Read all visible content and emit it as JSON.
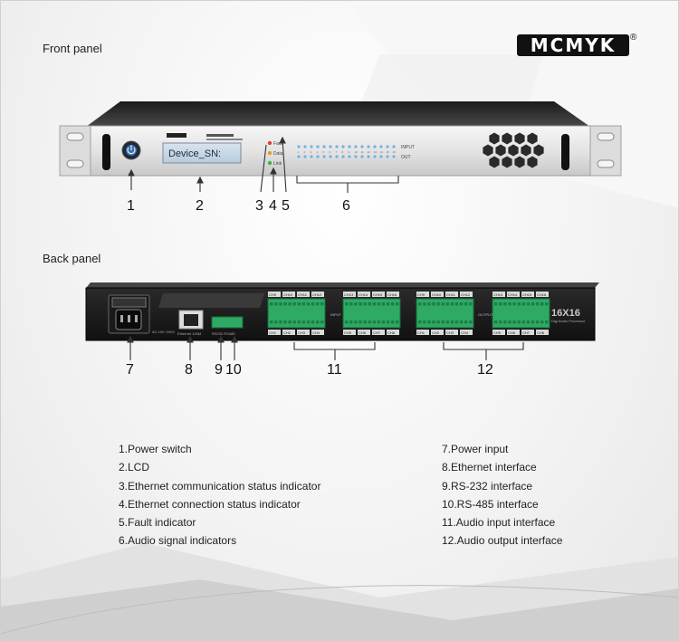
{
  "headings": {
    "front": "Front panel",
    "back": "Back panel"
  },
  "logo": {
    "text": "MCMYK",
    "mark": "®"
  },
  "front_panel": {
    "lcd_text": "Device_SN:",
    "led_labels": [
      "Fault",
      "Data",
      "Link"
    ],
    "row_labels": [
      "INPUT",
      "OUT"
    ],
    "channels": [
      "1",
      "2",
      "3",
      "4",
      "5",
      "6",
      "7",
      "8",
      "9",
      "10",
      "11",
      "12",
      "13",
      "14",
      "15",
      "16"
    ]
  },
  "back_panel": {
    "model_badge": "16X16",
    "model_sub": "Digi Audio Processor",
    "power_label": "AC 100~240V",
    "ethernet_label": "Ethernet 100M",
    "rs_labels": "RS232  RS485",
    "input_ch_top": [
      "CH9",
      "CH10",
      "CH11",
      "CH12",
      "CH13",
      "CH14",
      "CH15",
      "CH16"
    ],
    "input_ch_bottom": [
      "CH1",
      "CH2",
      "CH3",
      "CH4",
      "CH5",
      "CH6",
      "CH7",
      "CH8"
    ],
    "output_ch_top": [
      "CH9",
      "CH10",
      "CH11",
      "CH12",
      "CH13",
      "CH14",
      "CH15",
      "CH16"
    ],
    "output_ch_bottom": [
      "CH1",
      "CH2",
      "CH3",
      "CH4",
      "CH5",
      "CH6",
      "CH7",
      "CH8"
    ],
    "input_label": "INPUT",
    "output_label": "OUTPUT"
  },
  "callouts_front": [
    "1",
    "2",
    "3",
    "4",
    "5",
    "6"
  ],
  "callouts_back": [
    "7",
    "8",
    "9",
    "10",
    "11",
    "12"
  ],
  "legend_left": [
    "1.Power switch",
    "2.LCD",
    "3.Ethernet communication status indicator",
    "4.Ethernet connection status indicator",
    "5.Fault indicator",
    "6.Audio signal indicators"
  ],
  "legend_right": [
    "7.Power input",
    "8.Ethernet interface",
    "9.RS-232 interface",
    "10.RS-485 interface",
    "11.Audio input interface",
    "12.Audio output interface"
  ]
}
